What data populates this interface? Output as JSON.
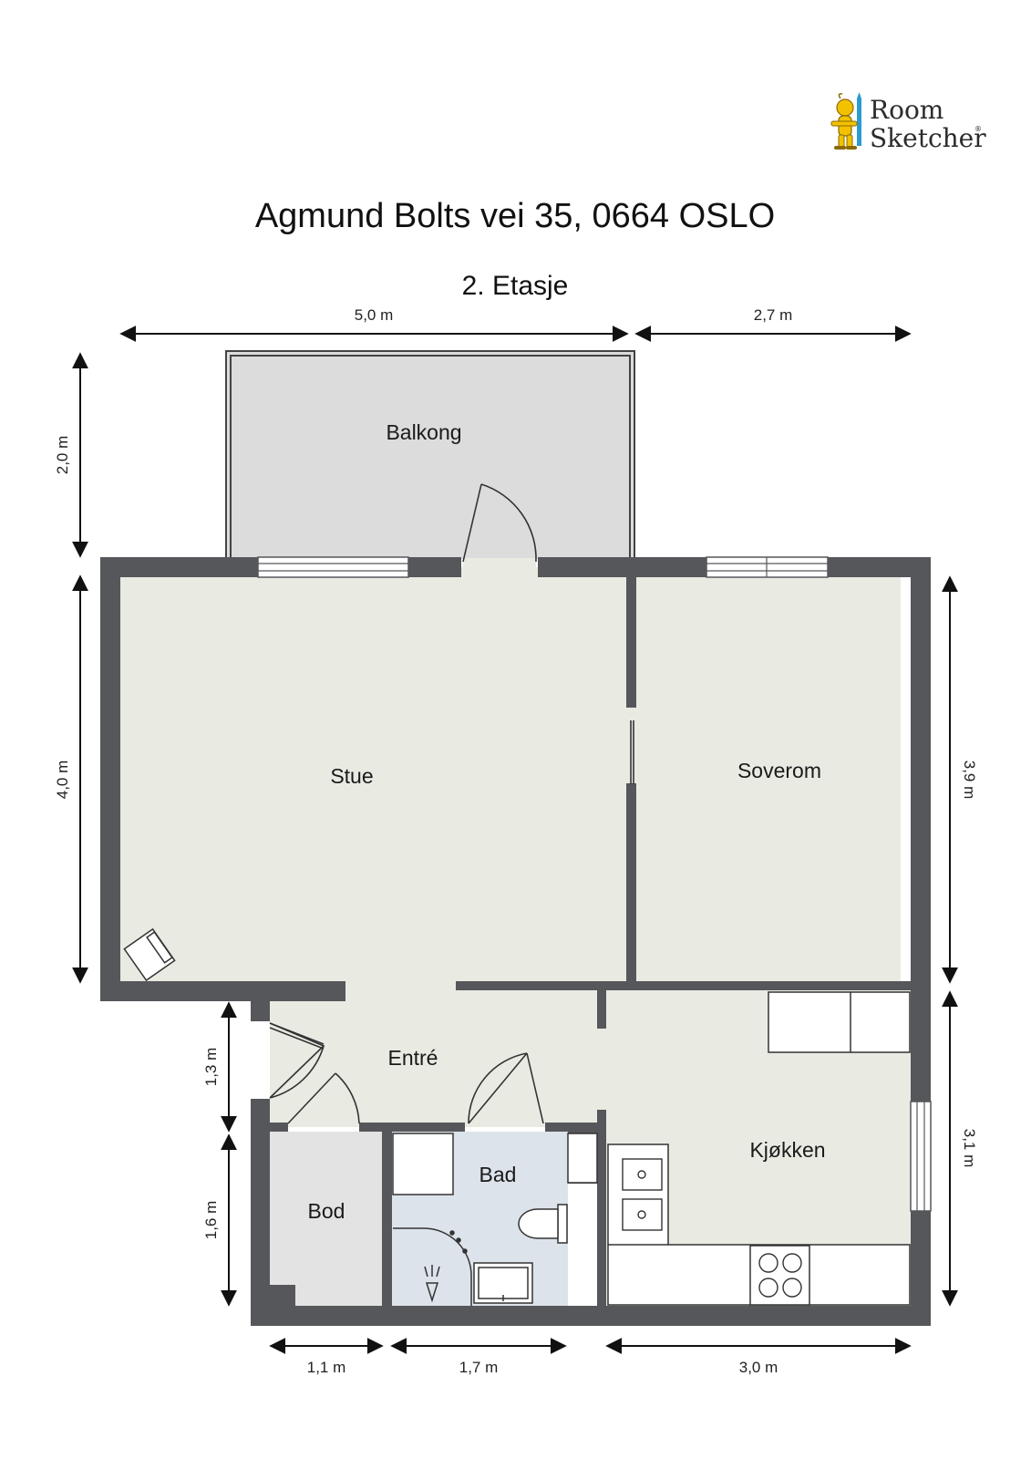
{
  "brand": {
    "line1": "Room",
    "line2": "Sketcher",
    "mark": "®",
    "icon": "roomsketcher-mascot-icon"
  },
  "header": {
    "address": "Agmund Bolts vei 35, 0664 OSLO",
    "floor": "2. Etasje"
  },
  "rooms": {
    "balkong": "Balkong",
    "stue": "Stue",
    "soverom": "Soverom",
    "entre": "Entré",
    "bad": "Bad",
    "bod": "Bod",
    "kjokken": "Kjøkken"
  },
  "dimensions": {
    "top_left": "5,0 m",
    "top_right": "2,7 m",
    "left_balkong": "2,0 m",
    "left_stue": "4,0 m",
    "left_entre": "1,3 m",
    "left_bod": "1,6 m",
    "right_soverom": "3,9 m",
    "right_kjokken": "3,1 m",
    "bottom_bod": "1,1 m",
    "bottom_bad": "1,7 m",
    "bottom_kjokken": "3,0 m"
  },
  "colors": {
    "wall": "#56575b",
    "floor_main": "#e9ebe3",
    "floor_balcony": "#dcdcdc",
    "floor_bath": "#dde3ea",
    "floor_bod": "#e3e3e3",
    "logo_accent": "#f2c200"
  }
}
